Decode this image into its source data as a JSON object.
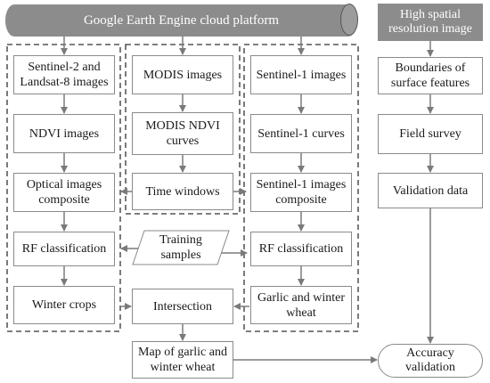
{
  "platform": "Google Earth Engine cloud platform",
  "high_res": "High spatial\nresolution image",
  "col1": {
    "sentinel2_landsat8": "Sentinel-2 and\nLandsat-8 images",
    "ndvi": "NDVI images",
    "optical_composite": "Optical images\ncomposite",
    "rf": "RF classification",
    "winter_crops": "Winter crops"
  },
  "col2": {
    "modis_images": "MODIS images",
    "modis_ndvi": "MODIS NDVI\ncurves",
    "time_windows": "Time windows"
  },
  "col3": {
    "s1_images": "Sentinel-1 images",
    "s1_curves": "Sentinel-1 curves",
    "s1_composite": "Sentinel-1 images\ncomposite",
    "rf": "RF classification",
    "garlic_wheat": "Garlic and winter\nwheat"
  },
  "col4": {
    "boundaries": "Boundaries of\nsurface features",
    "field_survey": "Field survey",
    "validation_data": "Validation data"
  },
  "training": "Training\nsamples",
  "intersection": "Intersection",
  "map": "Map of garlic and\nwinter wheat",
  "accuracy": "Accuracy\nvalidation"
}
